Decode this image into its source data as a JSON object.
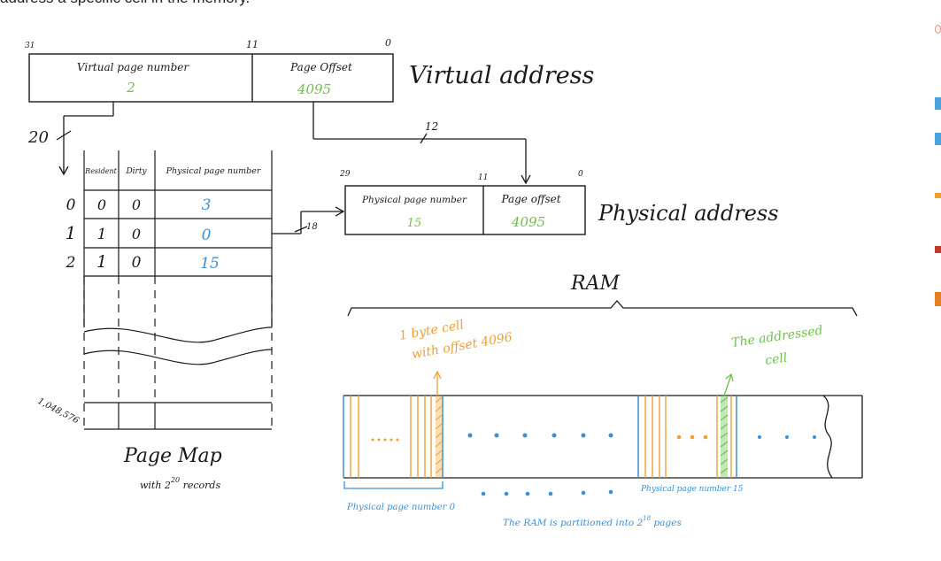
{
  "top_text": "address a specific cell in the memory.",
  "virtual_address": {
    "bit_left": "31",
    "bit_mid": "11",
    "bit_right": "0",
    "vpn_label": "Virtual page number",
    "vpn_value": "2",
    "offset_label": "Page Offset",
    "offset_value": "4095",
    "title": "Virtual address"
  },
  "arrows": {
    "vpn_width": "20",
    "offset_width": "12",
    "ppn_width": "18"
  },
  "page_map": {
    "headers": [
      "Resident",
      "Dirty",
      "Physical page number"
    ],
    "rows": [
      {
        "index": "0",
        "resident": "0",
        "dirty": "0",
        "ppn": "3"
      },
      {
        "index": "1",
        "resident": "1",
        "dirty": "0",
        "ppn": "0"
      },
      {
        "index": "2",
        "resident": "1",
        "dirty": "0",
        "ppn": "15"
      }
    ],
    "last_index": "1,048,576",
    "caption": "Page Map",
    "sub_caption": "with 2",
    "sub_caption_exp": "20",
    "sub_caption_tail": " records"
  },
  "physical_address": {
    "bit_left": "29",
    "bit_mid": "11",
    "bit_right": "0",
    "ppn_label": "Physical page number",
    "ppn_value": "15",
    "offset_label": "Page offset",
    "offset_value": "4095",
    "title": "Physical address"
  },
  "ram": {
    "title": "RAM",
    "cell_note_line1": "1 byte cell",
    "cell_note_line2": "with offset 4096",
    "addressed_line1": "The addressed",
    "addressed_line2": "cell",
    "ppn0_label": "Physical page number 0",
    "ppn15_label": "Physical page number 15",
    "partition_text": "The RAM is partitioned into 2",
    "partition_exp": "18",
    "partition_tail": " pages"
  },
  "colors": {
    "ink": "#1a1a1a",
    "green": "#6cc24a",
    "blue": "#3a8fd6",
    "orange": "#f0a030"
  }
}
